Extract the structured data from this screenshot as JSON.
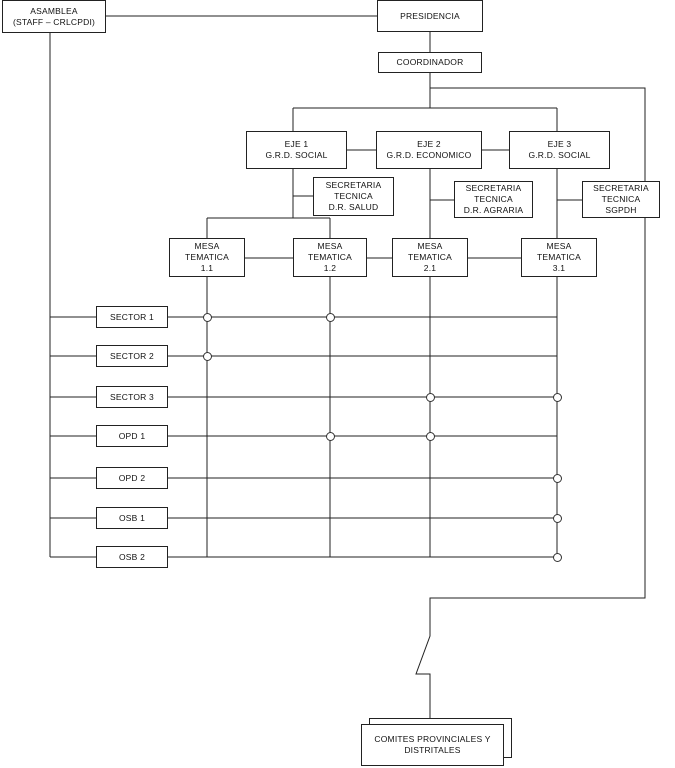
{
  "nodes": {
    "asamblea": {
      "line1": "ASAMBLEA",
      "line2": "(STAFF – CRLCPDI)"
    },
    "presidencia": {
      "line1": "PRESIDENCIA"
    },
    "coordinador": {
      "line1": "COORDINADOR"
    },
    "eje1": {
      "line1": "EJE 1",
      "line2": "G.R.D. SOCIAL"
    },
    "eje2": {
      "line1": "EJE 2",
      "line2": "G.R.D. ECONOMICO"
    },
    "eje3": {
      "line1": "EJE 3",
      "line2": "G.R.D. SOCIAL"
    },
    "sec_tec1": {
      "line1": "SECRETARIA",
      "line2": "TECNICA",
      "line3": "D.R. SALUD"
    },
    "sec_tec2": {
      "line1": "SECRETARIA",
      "line2": "TECNICA",
      "line3": "D.R. AGRARIA"
    },
    "sec_tec3": {
      "line1": "SECRETARIA",
      "line2": "TECNICA",
      "line3": "SGPDH"
    },
    "mesa11": {
      "line1": "MESA",
      "line2": "TEMATICA",
      "line3": "1.1"
    },
    "mesa12": {
      "line1": "MESA",
      "line2": "TEMATICA",
      "line3": "1.2"
    },
    "mesa21": {
      "line1": "MESA",
      "line2": "TEMATICA",
      "line3": "2.1"
    },
    "mesa31": {
      "line1": "MESA",
      "line2": "TEMATICA",
      "line3": "3.1"
    },
    "sector1": {
      "line1": "SECTOR 1"
    },
    "sector2": {
      "line1": "SECTOR 2"
    },
    "sector3": {
      "line1": "SECTOR 3"
    },
    "opd1": {
      "line1": "OPD 1"
    },
    "opd2": {
      "line1": "OPD 2"
    },
    "osb1": {
      "line1": "OSB 1"
    },
    "osb2": {
      "line1": "OSB 2"
    },
    "comites": {
      "line1": "COMITES PROVINCIALES Y",
      "line2": "DISTRITALES"
    }
  },
  "participation": {
    "sector1": [
      "mesa11",
      "mesa12"
    ],
    "sector2": [
      "mesa11"
    ],
    "sector3": [
      "mesa21",
      "mesa31"
    ],
    "opd1": [
      "mesa12",
      "mesa21"
    ],
    "opd2": [
      "mesa31"
    ],
    "osb1": [
      "mesa31"
    ],
    "osb2": [
      "mesa31"
    ]
  },
  "colors": {
    "line": "#222222",
    "box_border": "#222222",
    "background": "#ffffff"
  }
}
